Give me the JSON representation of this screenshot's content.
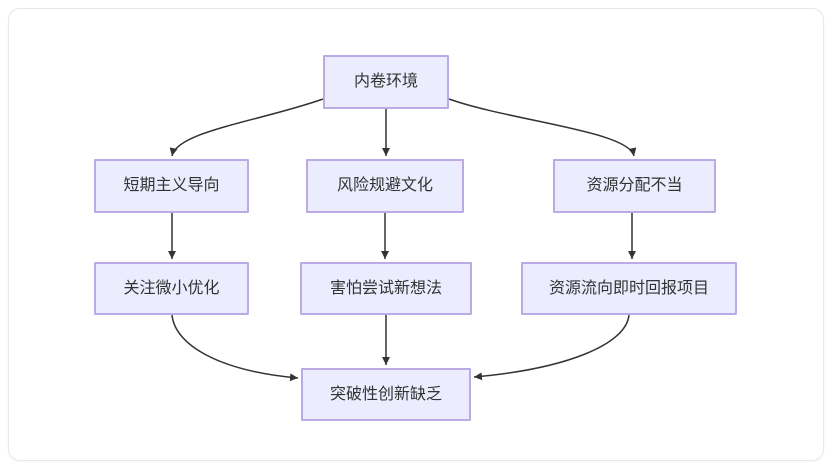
{
  "diagram": {
    "type": "flowchart",
    "direction": "top-down",
    "nodes": [
      {
        "id": "A",
        "label": "内卷环境"
      },
      {
        "id": "B",
        "label": "短期主义导向"
      },
      {
        "id": "C",
        "label": "风险规避文化"
      },
      {
        "id": "D",
        "label": "资源分配不当"
      },
      {
        "id": "E",
        "label": "关注微小优化"
      },
      {
        "id": "F",
        "label": "害怕尝试新想法"
      },
      {
        "id": "G",
        "label": "资源流向即时回报项目"
      },
      {
        "id": "H",
        "label": "突破性创新缺乏"
      }
    ],
    "edges": [
      {
        "from": "A",
        "to": "B"
      },
      {
        "from": "A",
        "to": "C"
      },
      {
        "from": "A",
        "to": "D"
      },
      {
        "from": "B",
        "to": "E"
      },
      {
        "from": "C",
        "to": "F"
      },
      {
        "from": "D",
        "to": "G"
      },
      {
        "from": "E",
        "to": "H"
      },
      {
        "from": "F",
        "to": "H"
      },
      {
        "from": "G",
        "to": "H"
      }
    ]
  },
  "colors": {
    "node_fill": "#ececff",
    "node_border": "#bcaae4",
    "edge": "#333333",
    "text": "#333333",
    "card_border": "#e7e7e7",
    "background": "#ffffff"
  }
}
